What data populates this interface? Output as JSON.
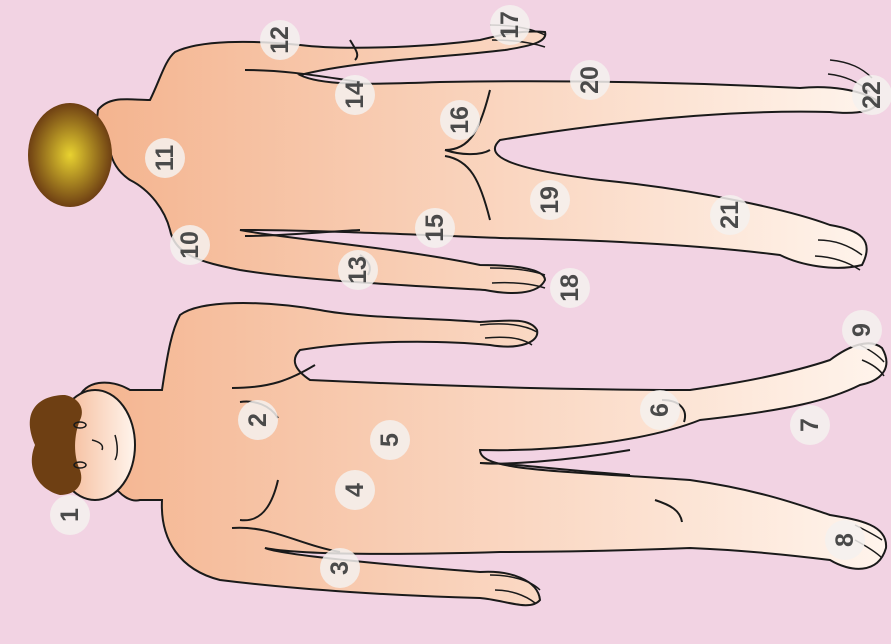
{
  "colors": {
    "background": "#f2d3e3",
    "skin_light": "#fff4ec",
    "skin_dark": "#f4b48f",
    "hair_inner": "#e8d230",
    "hair_outer": "#6e3f13",
    "outline": "#1a1a1a",
    "marker": "#f5f1ef"
  },
  "figures": {
    "front": {
      "view": "anterior"
    },
    "back": {
      "view": "posterior"
    }
  },
  "markers": [
    "1",
    "2",
    "3",
    "4",
    "5",
    "6",
    "7",
    "8",
    "9",
    "10",
    "11",
    "12",
    "13",
    "14",
    "15",
    "16",
    "17",
    "18",
    "19",
    "20",
    "21",
    "22"
  ]
}
